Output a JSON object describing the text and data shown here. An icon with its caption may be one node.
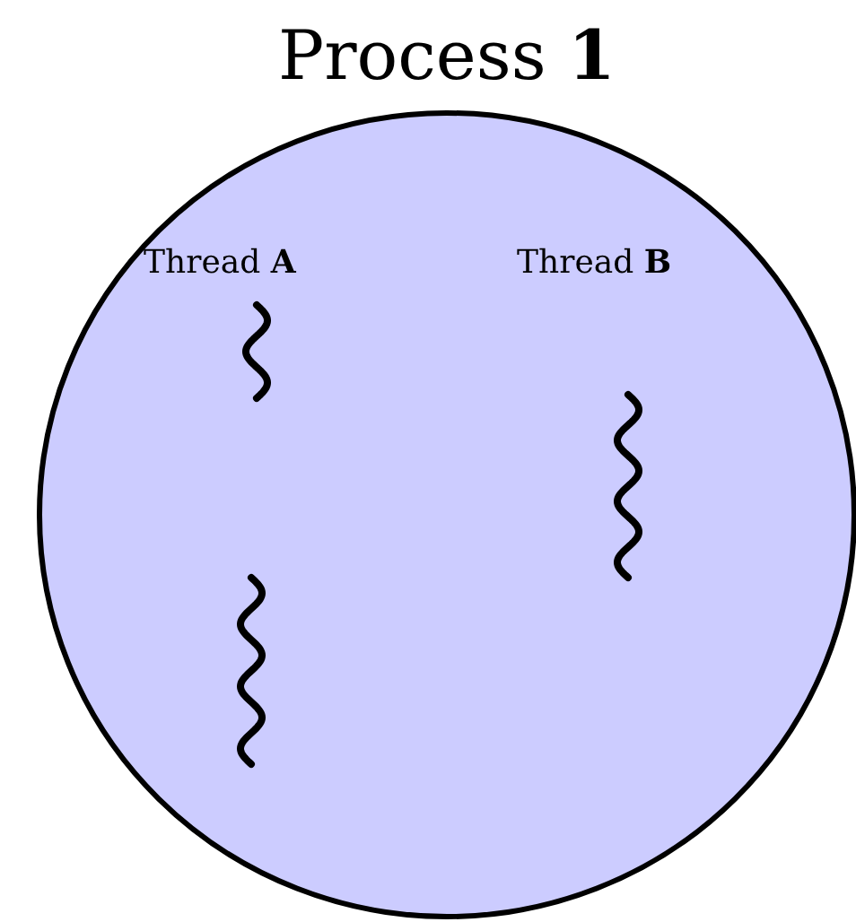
{
  "diagram": {
    "nodes": [
      {
        "text": [
          "Process **1**"
        ]
      }
    ],
    "labels": [
      "Thread **A**",
      "Thread **B**"
    ]
  }
}
